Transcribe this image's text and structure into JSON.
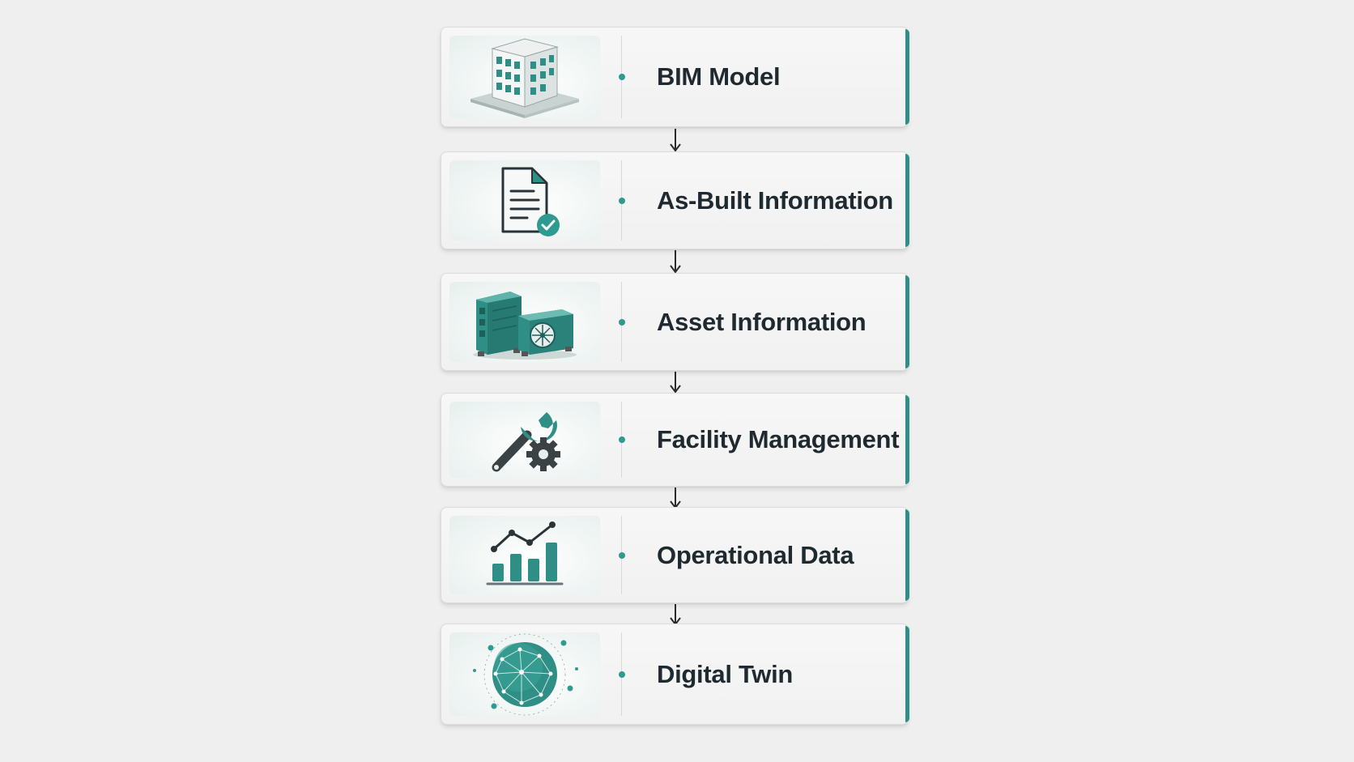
{
  "colors": {
    "accent": "#2f8f86",
    "text": "#1f2a30",
    "background": "#efefef"
  },
  "steps": [
    {
      "label": "BIM Model",
      "icon": "building-icon"
    },
    {
      "label": "As-Built Information",
      "icon": "document-check-icon"
    },
    {
      "label": "Asset Information",
      "icon": "hvac-equipment-icon"
    },
    {
      "label": "Facility Management",
      "icon": "wrench-gear-icon"
    },
    {
      "label": "Operational Data",
      "icon": "bar-chart-trend-icon"
    },
    {
      "label": "Digital Twin",
      "icon": "network-globe-icon"
    }
  ]
}
